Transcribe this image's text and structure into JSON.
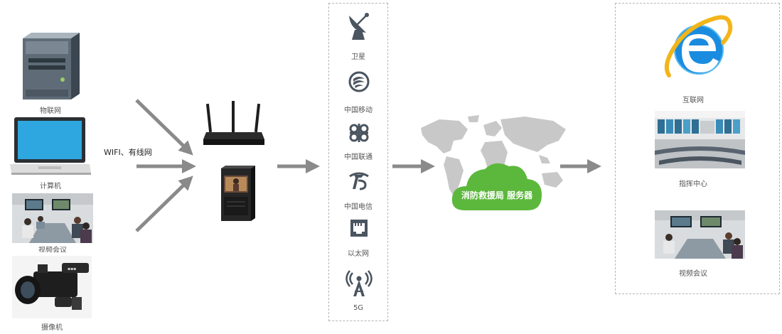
{
  "sources": {
    "iot": "物联网",
    "computer": "计算机",
    "video_conf": "视频会议",
    "camera": "摄像机"
  },
  "link_label": "WIFI、有线网",
  "networks": {
    "satellite": "卫星",
    "china_mobile": "中国移动",
    "china_unicom": "中国联通",
    "china_telecom": "中国电信",
    "ethernet": "以太网",
    "five_g": "5G"
  },
  "cloud_label": "消防救援局 服务器",
  "destinations": {
    "internet": "互联网",
    "command_center": "指挥中心",
    "video_conf": "视频会议"
  },
  "colors": {
    "arrow": "#8a8a8a",
    "cloud": "#5cb83c",
    "map": "#c8c8c8",
    "icon": "#4a5560"
  }
}
